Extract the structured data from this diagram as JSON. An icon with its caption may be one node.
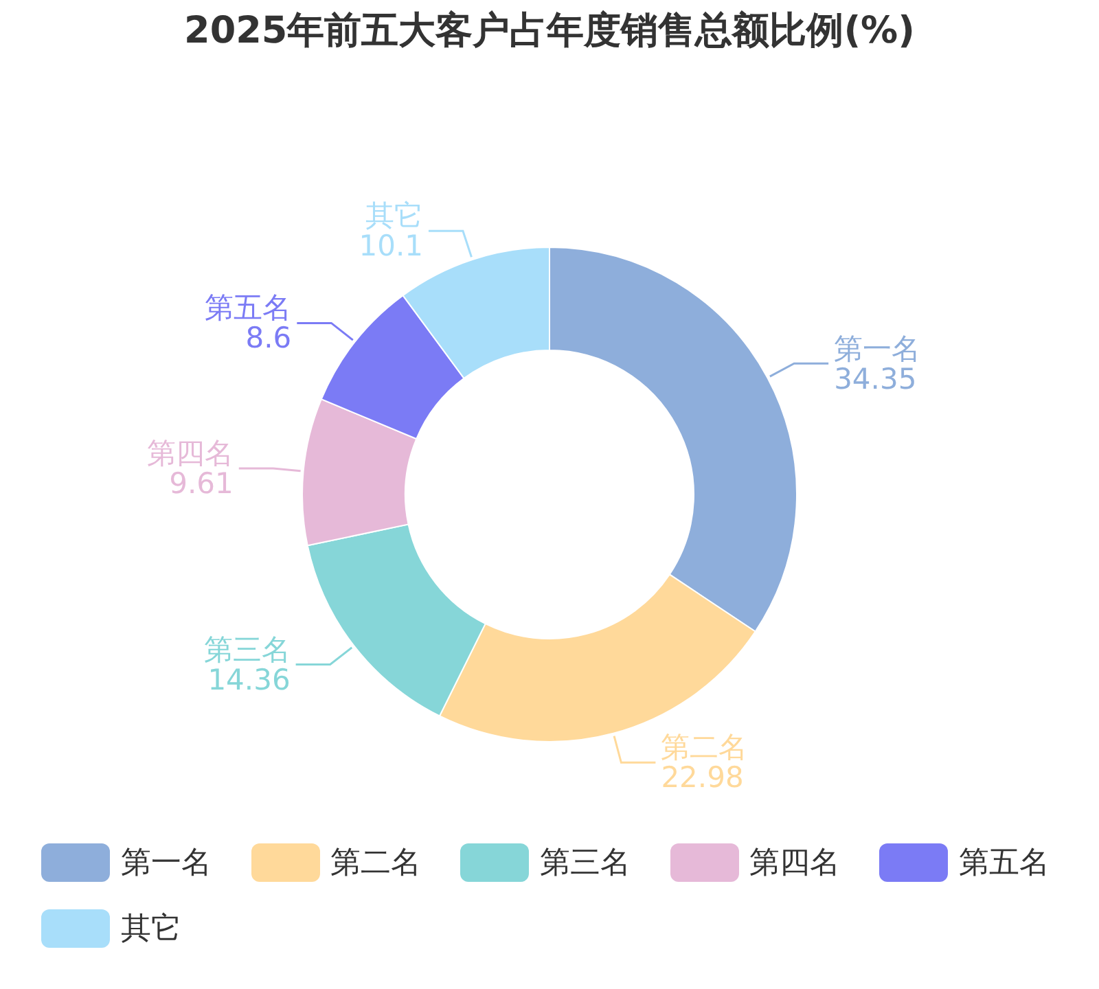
{
  "diagram": {
    "title": "2025年前五大客户占年度销售总额比例(%)",
    "chart_data": {
      "type": "donut",
      "categories": [
        "第一名",
        "第二名",
        "第三名",
        "第四名",
        "第五名",
        "其它"
      ],
      "values": [
        34.35,
        22.98,
        14.36,
        9.61,
        8.6,
        10.1
      ],
      "data_labels": true,
      "colors": [
        "#8eaedb",
        "#ffd99a",
        "#86d6d8",
        "#e6b9d8",
        "#7b7bf5",
        "#a8defa"
      ]
    },
    "legend": [
      {
        "text": "第一名",
        "color": "#8eaedb"
      },
      {
        "text": "第二名",
        "color": "#ffd99a"
      },
      {
        "text": "第三名",
        "color": "#86d6d8"
      },
      {
        "text": "第四名",
        "color": "#e6b9d8"
      },
      {
        "text": "第五名",
        "color": "#7b7bf5"
      },
      {
        "text": "其它",
        "color": "#a8defa"
      }
    ]
  }
}
